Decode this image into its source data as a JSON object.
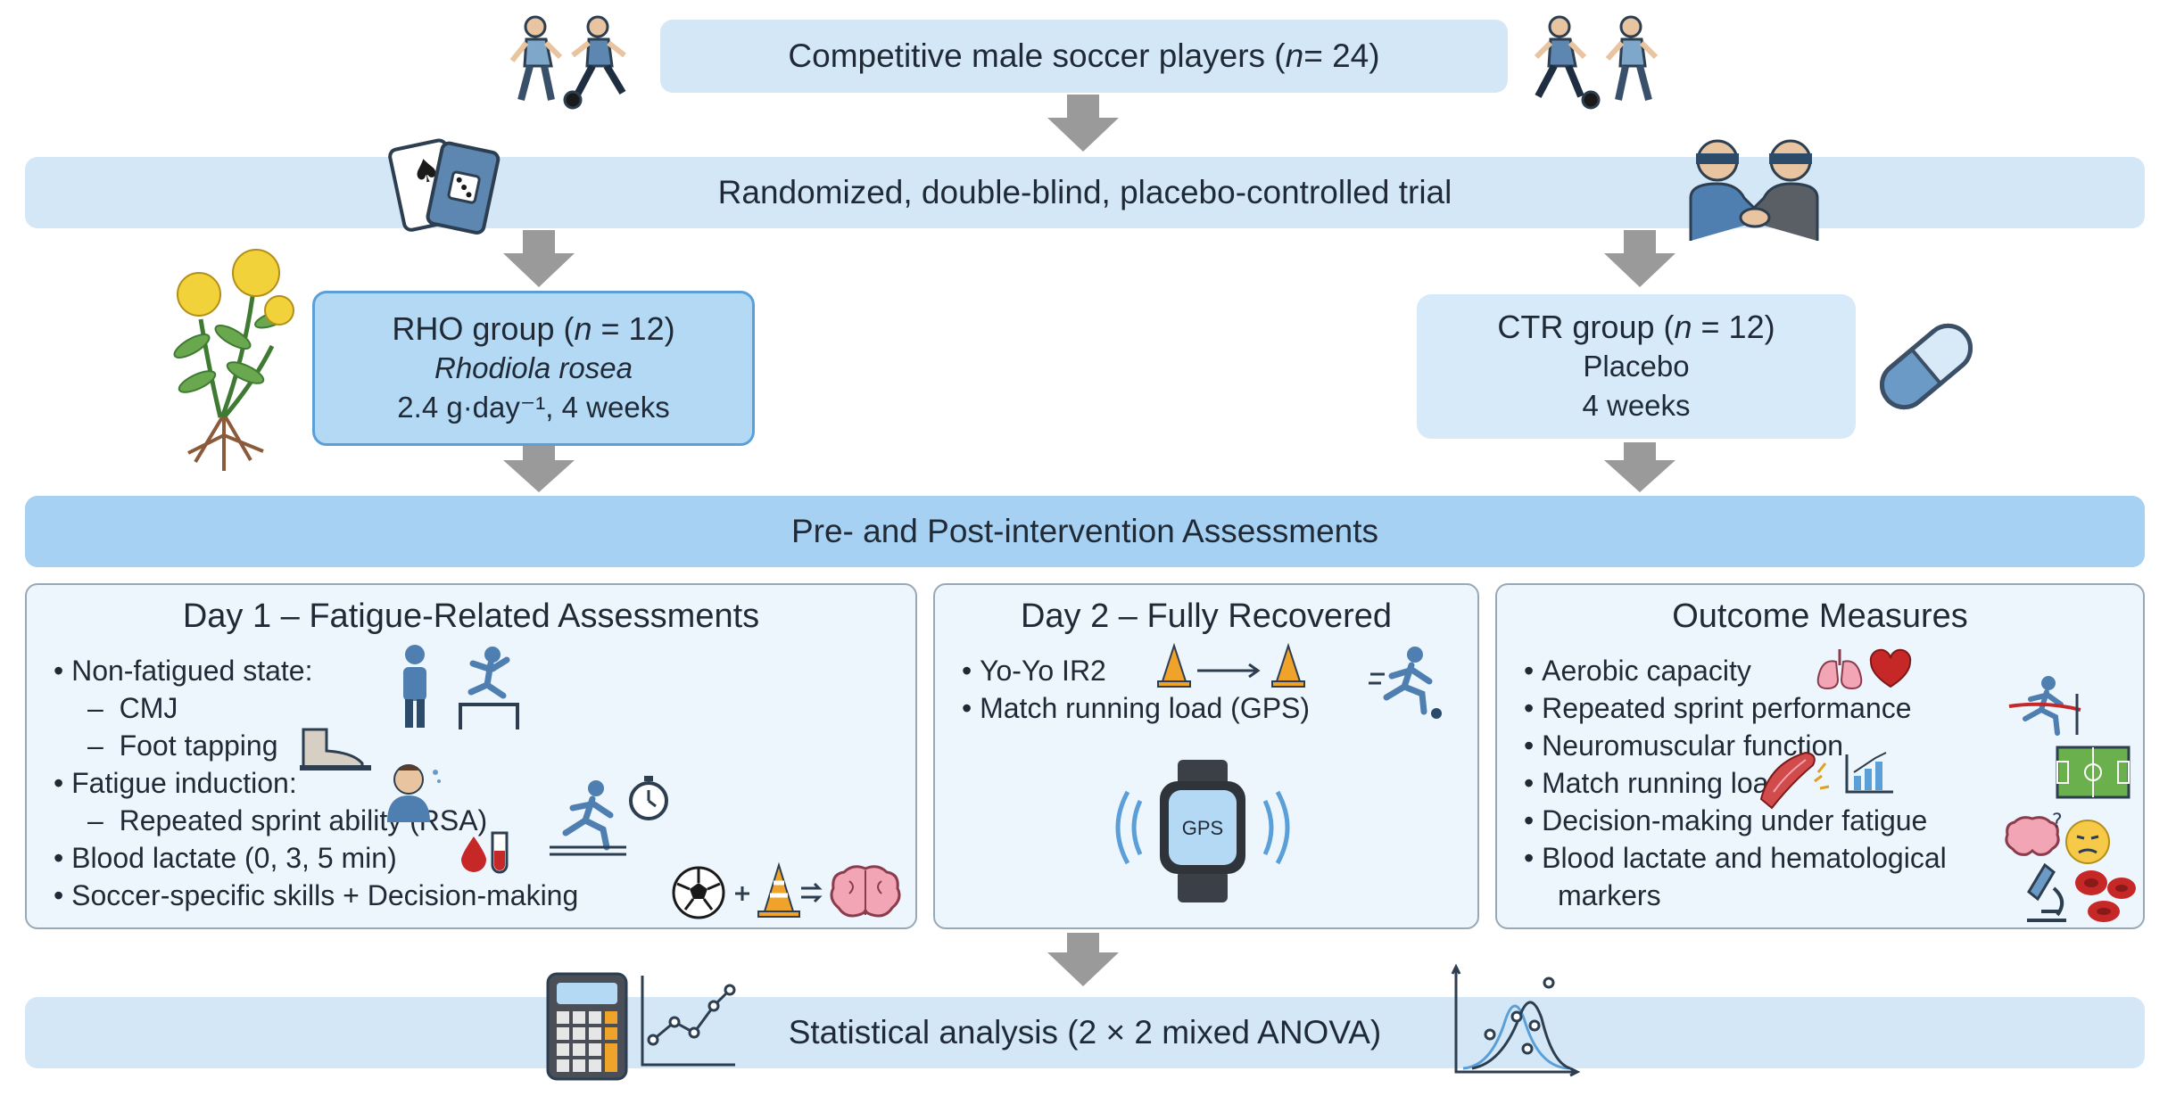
{
  "participants": {
    "prefix": "Competitive male soccer players (",
    "n": "n",
    "suffix": " = 24)"
  },
  "design": "Randomized, double-blind, placebo-controlled trial",
  "rho": {
    "name_prefix": "RHO group (",
    "n": "n",
    "name_suffix": " = 12)",
    "species": "Rhodiola rosea",
    "dose": "2.4 g·day⁻¹, 4 weeks"
  },
  "ctr": {
    "name_prefix": "CTR group (",
    "n": "n",
    "name_suffix": " = 12)",
    "agent": "Placebo",
    "duration": "4 weeks"
  },
  "assessments_title": "Pre- and Post-intervention Assessments",
  "day1": {
    "title": "Day 1 – Fatigue-Related Assessments",
    "items": [
      {
        "bullet": "•",
        "text": "Non-fatigued state:"
      },
      {
        "bullet": "–",
        "text": "CMJ"
      },
      {
        "bullet": "–",
        "text": "Foot tapping"
      },
      {
        "bullet": "•",
        "text": "Fatigue induction:"
      },
      {
        "bullet": "–",
        "text": "Repeated sprint ability (RSA)"
      },
      {
        "bullet": "•",
        "text": "Blood lactate (0, 3, 5 min)"
      },
      {
        "bullet": "•",
        "text": "Soccer-specific skills + Decision-making"
      }
    ]
  },
  "day2": {
    "title": "Day 2 – Fully Recovered",
    "items": [
      {
        "bullet": "•",
        "text": "Yo-Yo IR2"
      },
      {
        "bullet": "•",
        "text": "Match running load (GPS)"
      }
    ],
    "gps_label": "GPS"
  },
  "outcomes": {
    "title": "Outcome Measures",
    "items": [
      {
        "bullet": "•",
        "text": "Aerobic capacity"
      },
      {
        "bullet": "•",
        "text": "Repeated sprint performance"
      },
      {
        "bullet": "•",
        "text": "Neuromuscular function"
      },
      {
        "bullet": "•",
        "text": "Match running load"
      },
      {
        "bullet": "•",
        "text": "Decision-making under fatigue"
      },
      {
        "bullet": "•",
        "text": "Blood lactate and hematological"
      },
      {
        "bullet": "",
        "text": "markers"
      }
    ]
  },
  "stats": "Statistical analysis (2 × 2 mixed ANOVA)",
  "icons": [
    "soccer-players-icon",
    "playing-cards-icon",
    "blindfold-handshake-icon",
    "rhodiola-plant-icon",
    "capsule-icon",
    "standing-person-icon",
    "jump-hurdle-icon",
    "foot-tapping-icon",
    "tired-person-icon",
    "sprinter-icon",
    "stopwatch-icon",
    "blood-drop-icon",
    "test-tube-icon",
    "soccer-ball-icon",
    "cone-icon",
    "brain-icon",
    "runner-icon",
    "gps-watch-icon",
    "lungs-icon",
    "heart-icon",
    "finish-line-icon",
    "muscle-icon",
    "bar-chart-icon",
    "soccer-field-icon",
    "confused-face-icon",
    "microscope-icon",
    "red-blood-cells-icon",
    "calculator-icon",
    "line-graph-icon",
    "distribution-plot-icon"
  ],
  "colors": {
    "bar_light": "#d3e7f7",
    "bar_mid": "#a6d1f2",
    "rho_box": "#b3d9f5",
    "rho_border": "#5b9fd9",
    "ctr_box": "#d7eaf9",
    "panel_bg": "#eef6fd",
    "arrow": "#9a9a9a"
  }
}
